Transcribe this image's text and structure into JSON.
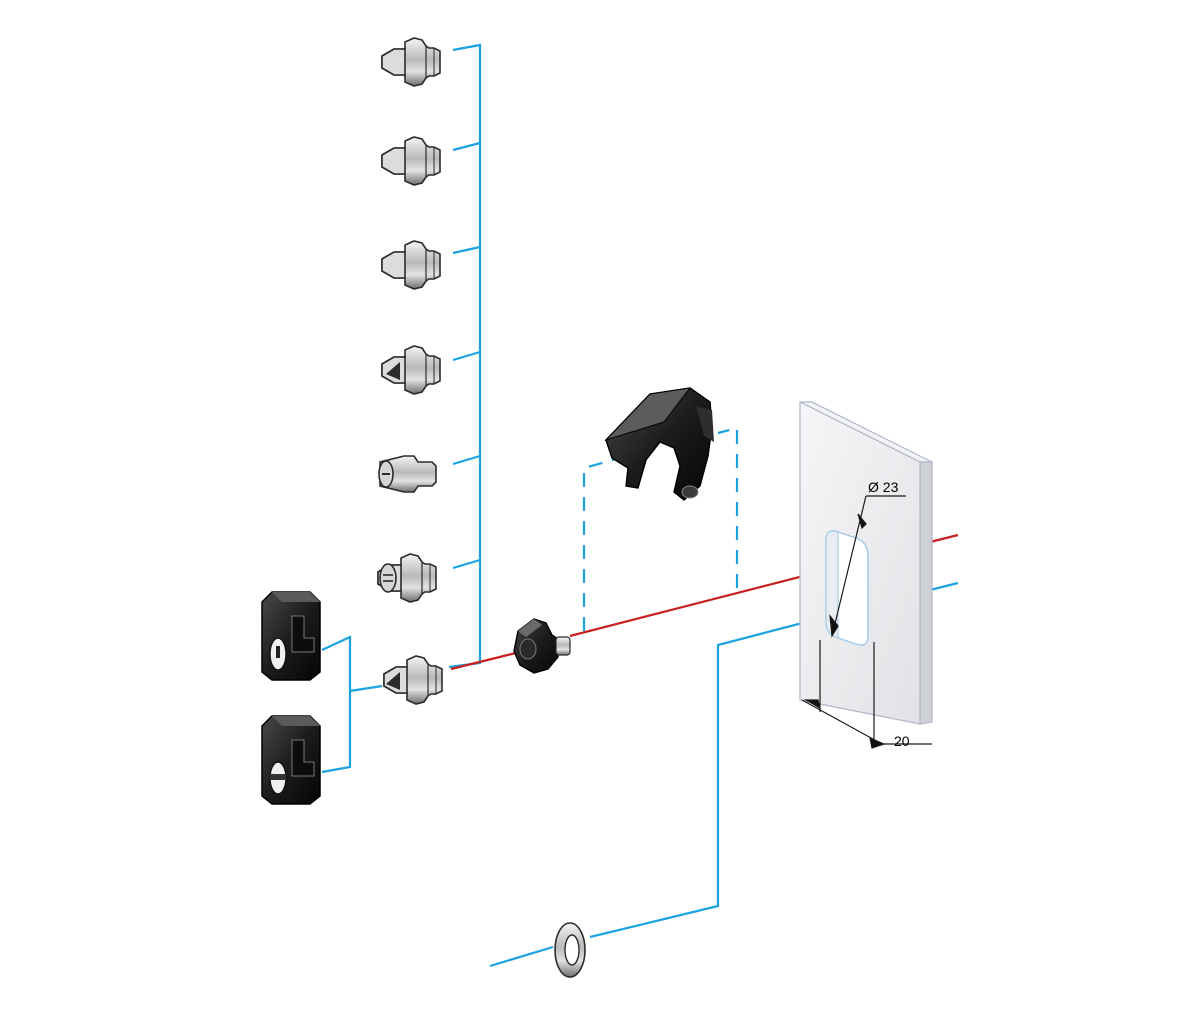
{
  "diagram": {
    "dimensions": {
      "hole_diameter": "Ø 23",
      "hole_width": "20"
    },
    "components": {
      "insert_options": [
        "square-insert",
        "square-insert",
        "square-insert",
        "triangle-insert",
        "flat-insert",
        "double-bar-insert",
        "fitted-insert"
      ],
      "lock_bodies": [
        "key-lock-body",
        "barrel-lock-body"
      ],
      "adapter": "handle-adapter",
      "cover": "cover-bracket",
      "panel": "door-panel",
      "washer": "seal-washer"
    },
    "colors": {
      "leader_line": "#1aa3e0",
      "axis_line": "#c8201e",
      "part_dark": "#1c1c1c",
      "part_metal": "#bcbcbc",
      "panel": "#eeeef0"
    }
  }
}
